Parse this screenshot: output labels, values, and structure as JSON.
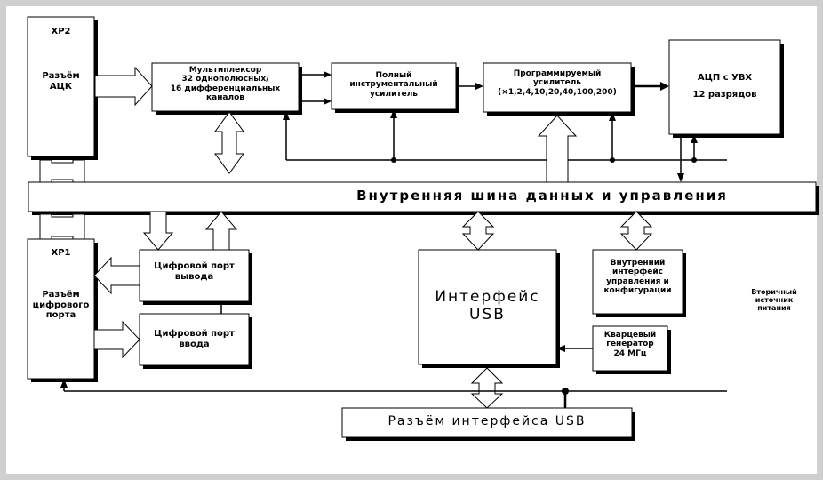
{
  "xp2": {
    "title": "XP2",
    "label": "Разъём\nАЦК"
  },
  "mux": {
    "label": "Мультиплексор\n32 однополюсных/\n16 дифференциальных\nканалов"
  },
  "inamp": {
    "label": "Полный\nинструментальный\nусилитель"
  },
  "pga": {
    "label": "Программируемый\nусилитель\n(×1,2,4,10,20,40,100,200)"
  },
  "adc": {
    "label": "АЦП с УВХ\n12 разрядов"
  },
  "bus": {
    "label": "Внутренняя шина данных и управления"
  },
  "xp1": {
    "title": "XP1",
    "label": "Разъём\nцифрового\nпорта"
  },
  "dout": {
    "label": "Цифровой порт\nвывода"
  },
  "din": {
    "label": "Цифровой порт\nввода"
  },
  "usb": {
    "label": "Интерфейс\nUSB"
  },
  "cfg": {
    "label": "Внутренний\nинтерфейс\nуправления и\nконфигурации"
  },
  "osc": {
    "label": "Кварцевый\nгенератор\n24 МГц"
  },
  "psu": {
    "label": "Вторичный\nисточник\nпитания"
  },
  "usbconn": {
    "label": "Разъём интерфейса USB"
  }
}
